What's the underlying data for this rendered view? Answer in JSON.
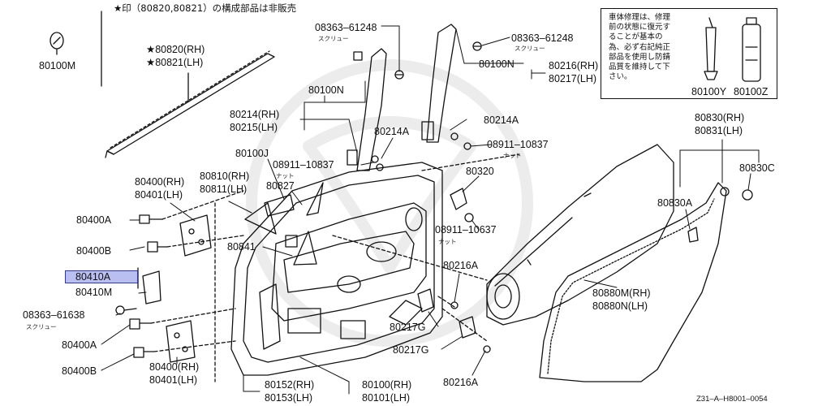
{
  "header_note": "★印（80820,80821）の構成部品は非販売",
  "repair_note": "車体修理は、修理前の状態に復元することが基本の為、必ず右記純正部品を使用し防錆品質を維持して下さい。",
  "reference_code": "Z31–A–H8001–0054",
  "highlighted_part": "80410A",
  "highlight_color": "#b9bff0",
  "labels": {
    "p80100M": "80100M",
    "p80820": "★80820(RH)",
    "p80821": "★80821(LH)",
    "p08363_top1": "08363–61248",
    "p08363_top2": "08363–61248",
    "p80100N_a": "80100N",
    "p80100N_b": "80100N",
    "p80216": "80216(RH)",
    "p80217": "80217(LH)",
    "p80214": "80214(RH)",
    "p80215": "80215(LH)",
    "p80214A_a": "80214A",
    "p80214A_b": "80214A",
    "p08911_a": "08911–10837",
    "p08911_b": "08911–10837",
    "p08911_c": "08911–10637",
    "p80100J": "80100J",
    "p80400": "80400(RH)",
    "p80401": "80401(LH)",
    "p80810": "80810(RH)",
    "p80811": "80811(LH)",
    "p80827": "80827",
    "p80320": "80320",
    "p80830": "80830(RH)",
    "p80831": "80831(LH)",
    "p80830C": "80830C",
    "p80830A": "80830A",
    "p80400A_a": "80400A",
    "p80400B_a": "80400B",
    "p80841": "80841",
    "p80410A": "80410A",
    "p80410M": "80410M",
    "p08363_low": "08363–61638",
    "p80216A_a": "80216A",
    "p80880M": "80880M(RH)",
    "p80880N": "80880N(LH)",
    "p80400A_b": "80400A",
    "p80217G_a": "80217G",
    "p80217G_b": "80217G",
    "p80400B_b": "80400B",
    "p80400_b": "80400(RH)",
    "p80401_b": "80401(LH)",
    "p80216A_b": "80216A",
    "p80152": "80152(RH)",
    "p80153": "80153(LH)",
    "p80100": "80100(RH)",
    "p80101": "80101(LH)",
    "p80100Y": "80100Y",
    "p80100Z": "80100Z"
  },
  "sublabels": {
    "screw1": "スクリュー",
    "screw2": "スクリュー",
    "screw3": "スクリュー",
    "nut1": "ナット",
    "nut2": "ナット",
    "nut3": "ナット"
  }
}
